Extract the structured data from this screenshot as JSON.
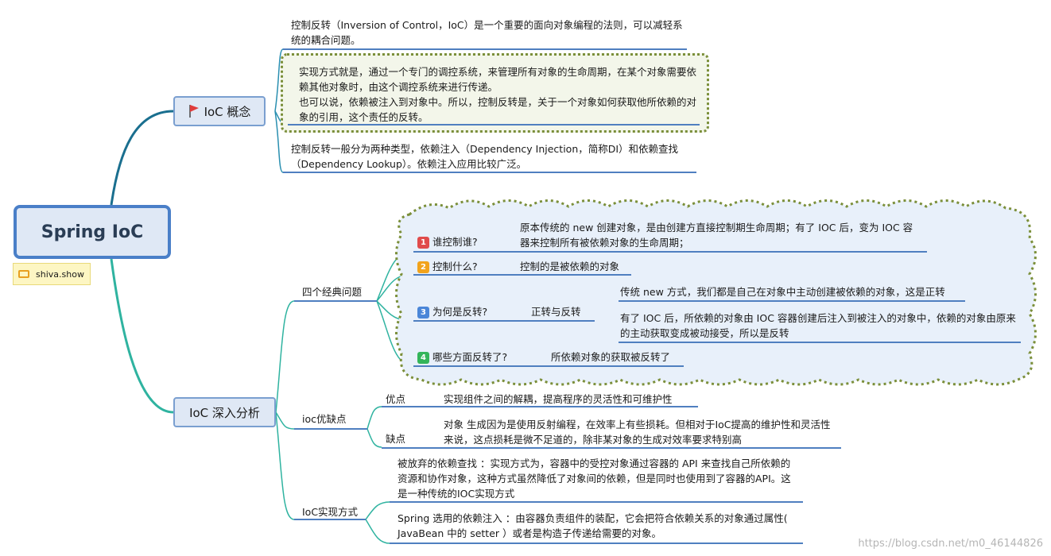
{
  "root": {
    "title": "Spring IoC",
    "tag": "shiva.show"
  },
  "concept": {
    "label": "IoC 概念",
    "items": [
      "控制反转（Inversion of Control，IoC）是一个重要的面向对象编程的法则，可以减轻系统的耦合问题。",
      "实现方式就是，通过一个专门的调控系统，来管理所有对象的生命周期，在某个对象需要依赖其他对象时，由这个调控系统来进行传递。",
      "也可以说，依赖被注入到对象中。所以，控制反转是，关于一个对象如何获取他所依赖的对象的引用，这个责任的反转。",
      "控制反转一般分为两种类型，依赖注入（Dependency Injection，简称DI）和依赖查找（Dependency Lookup）。依赖注入应用比较广泛。"
    ]
  },
  "analysis": {
    "label": "IoC 深入分析",
    "four_questions": {
      "label": "四个经典问题",
      "q1": {
        "num": "1",
        "label": "谁控制谁?",
        "answer": "原本传统的 new 创建对象，是由创建方直接控制期生命周期；有了 IOC 后，变为 IOC 容器来控制所有被依赖对象的生命周期；"
      },
      "q2": {
        "num": "2",
        "label": "控制什么?",
        "answer": "控制的是被依赖的对象"
      },
      "q3": {
        "num": "3",
        "label": "为何是反转?",
        "sub": "正转与反转",
        "a1": "传统 new 方式，我们都是自己在对象中主动创建被依赖的对象，这是正转",
        "a2": "有了 IOC 后，所依赖的对象由 IOC 容器创建后注入到被注入的对象中，依赖的对象由原来的主动获取变成被动接受，所以是反转"
      },
      "q4": {
        "num": "4",
        "label": "哪些方面反转了?",
        "answer": "所依赖对象的获取被反转了"
      }
    },
    "pros_cons": {
      "label": "ioc优缺点",
      "pro_label": "优点",
      "pro": "实现组件之间的解耦，提高程序的灵活性和可维护性",
      "con_label": "缺点",
      "con": "对象 生成因为是使用反射编程，在效率上有些损耗。但相对于IoC提高的维护性和灵活性来说，这点损耗是微不足道的，除非某对象的生成对效率要求特别高"
    },
    "impl": {
      "label": "IoC实现方式",
      "a": "被放弃的依赖查找 ：实现方式为，容器中的受控对象通过容器的 API 来查找自己所依赖的资源和协作对象，这种方式虽然降低了对象间的依赖，但是同时也使用到了容器的API。这是一种传统的IOC实现方式",
      "b": "Spring 选用的依赖注入 ：由容器负责组件的装配，它会把符合依赖关系的对象通过属性( JavaBean 中的 setter ）或者是构造子传递给需要的对象。"
    }
  },
  "watermark": "https://blog.csdn.net/m0_46144826",
  "colors": {
    "q1": "#e04b4b",
    "q2": "#f2a31b",
    "q3": "#4a86d8",
    "q4": "#34b55a",
    "branch_top": "#1a6f8f",
    "branch_bottom": "#2fb3a0"
  }
}
